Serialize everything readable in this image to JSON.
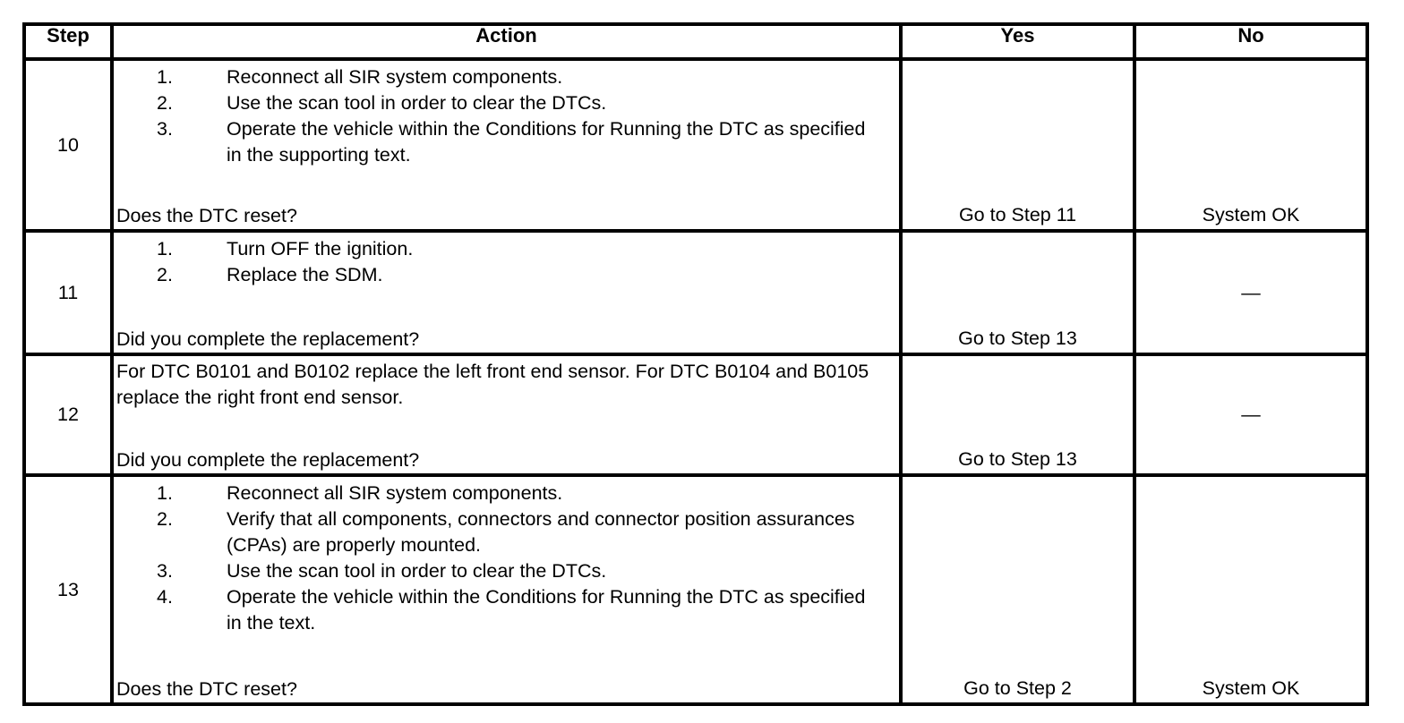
{
  "table": {
    "columns": [
      {
        "key": "step",
        "label": "Step"
      },
      {
        "key": "action",
        "label": "Action"
      },
      {
        "key": "yes",
        "label": "Yes"
      },
      {
        "key": "no",
        "label": "No"
      }
    ],
    "rows": [
      {
        "step": "10",
        "action_items": [
          "Reconnect all SIR system components.",
          "Use the scan tool in order to clear the DTCs.",
          "Operate the vehicle within the Conditions for Running the DTC as specified in the supporting text."
        ],
        "action_paragraph": "",
        "question": "Does the DTC reset?",
        "yes": "Go to Step 11",
        "no": "System OK"
      },
      {
        "step": "11",
        "action_items": [
          "Turn OFF the ignition.",
          "Replace the SDM."
        ],
        "action_paragraph": "",
        "question": "Did you complete the replacement?",
        "yes": "Go to Step 13",
        "no": "—"
      },
      {
        "step": "12",
        "action_items": [],
        "action_paragraph": "For DTC B0101 and B0102 replace the left front end sensor. For DTC B0104 and B0105 replace the right front end sensor.",
        "question": "Did you complete the replacement?",
        "yes": "Go to Step 13",
        "no": "—"
      },
      {
        "step": "13",
        "action_items": [
          "Reconnect all SIR system components.",
          "Verify that all components, connectors and connector position assurances (CPAs) are properly mounted.",
          "Use the scan tool in order to clear the DTCs.",
          "Operate the vehicle within the Conditions for Running the DTC as specified in the text."
        ],
        "action_paragraph": "",
        "question": "Does the DTC reset?",
        "yes": "Go to Step 2",
        "no": "System OK"
      }
    ],
    "dash_value": "—",
    "border_color": "#000000",
    "text_color": "#000000",
    "background_color": "#ffffff"
  }
}
